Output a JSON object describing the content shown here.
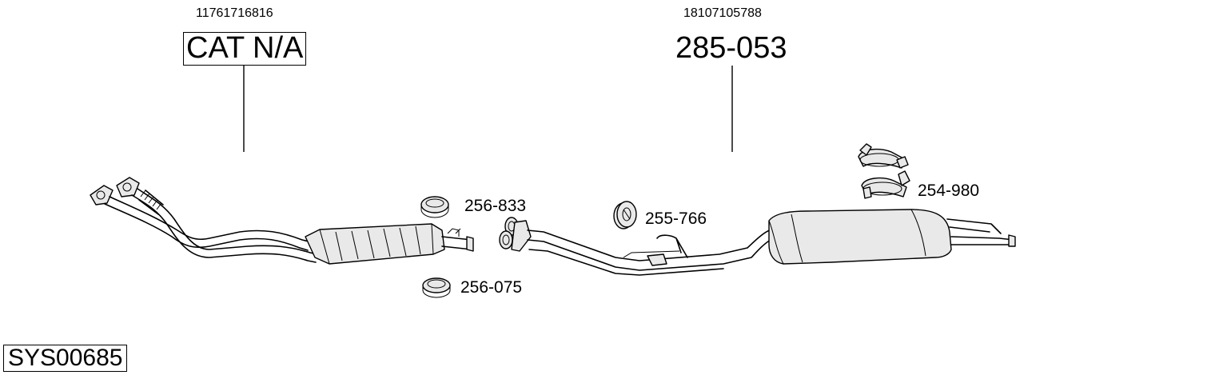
{
  "left_assembly": {
    "oem_number": "11761716816",
    "part_ref": "CAT N/A"
  },
  "right_assembly": {
    "oem_number": "18107105788",
    "part_ref": "285-053"
  },
  "parts": {
    "gasket_upper": "256-833",
    "gasket_lower": "256-075",
    "rubber_mount": "255-766",
    "clamps": "254-980"
  },
  "system_id": "SYS00685"
}
